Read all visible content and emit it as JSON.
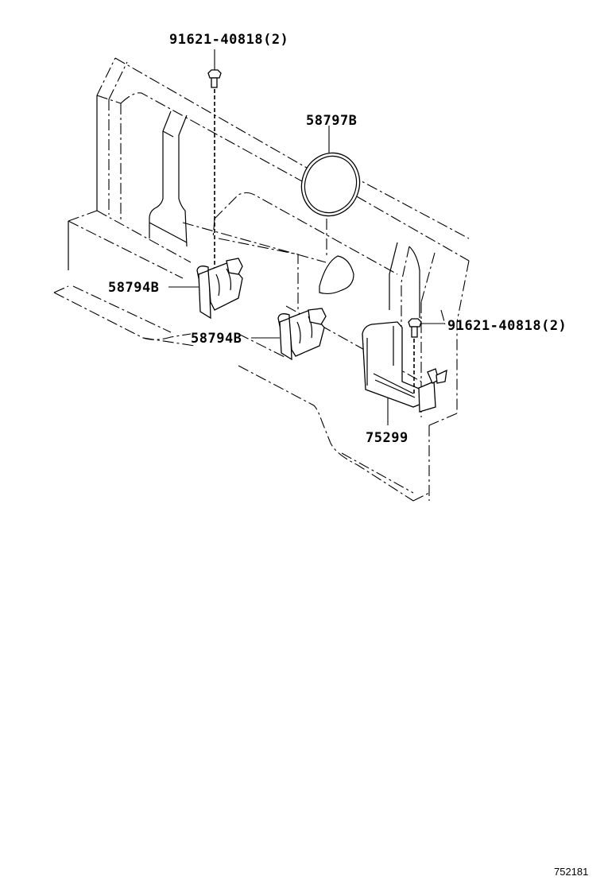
{
  "diagram": {
    "type": "exploded parts diagram",
    "subject": "rear panel with clips, plug and tool bracket",
    "callouts": [
      {
        "id": "bolt-top",
        "part_number": "91621-40818",
        "qty": "(2)",
        "text": "91621-40818(2)"
      },
      {
        "id": "plug",
        "part_number": "58797B",
        "text": "58797B"
      },
      {
        "id": "clip-left",
        "part_number": "58794B",
        "text": "58794B"
      },
      {
        "id": "clip-right",
        "part_number": "58794B",
        "text": "58794B"
      },
      {
        "id": "bolt-right",
        "part_number": "91621-40818",
        "qty": "(2)",
        "text": "91621-40818(2)"
      },
      {
        "id": "bracket",
        "part_number": "75299",
        "text": "75299"
      }
    ],
    "reference_number": "752181"
  }
}
